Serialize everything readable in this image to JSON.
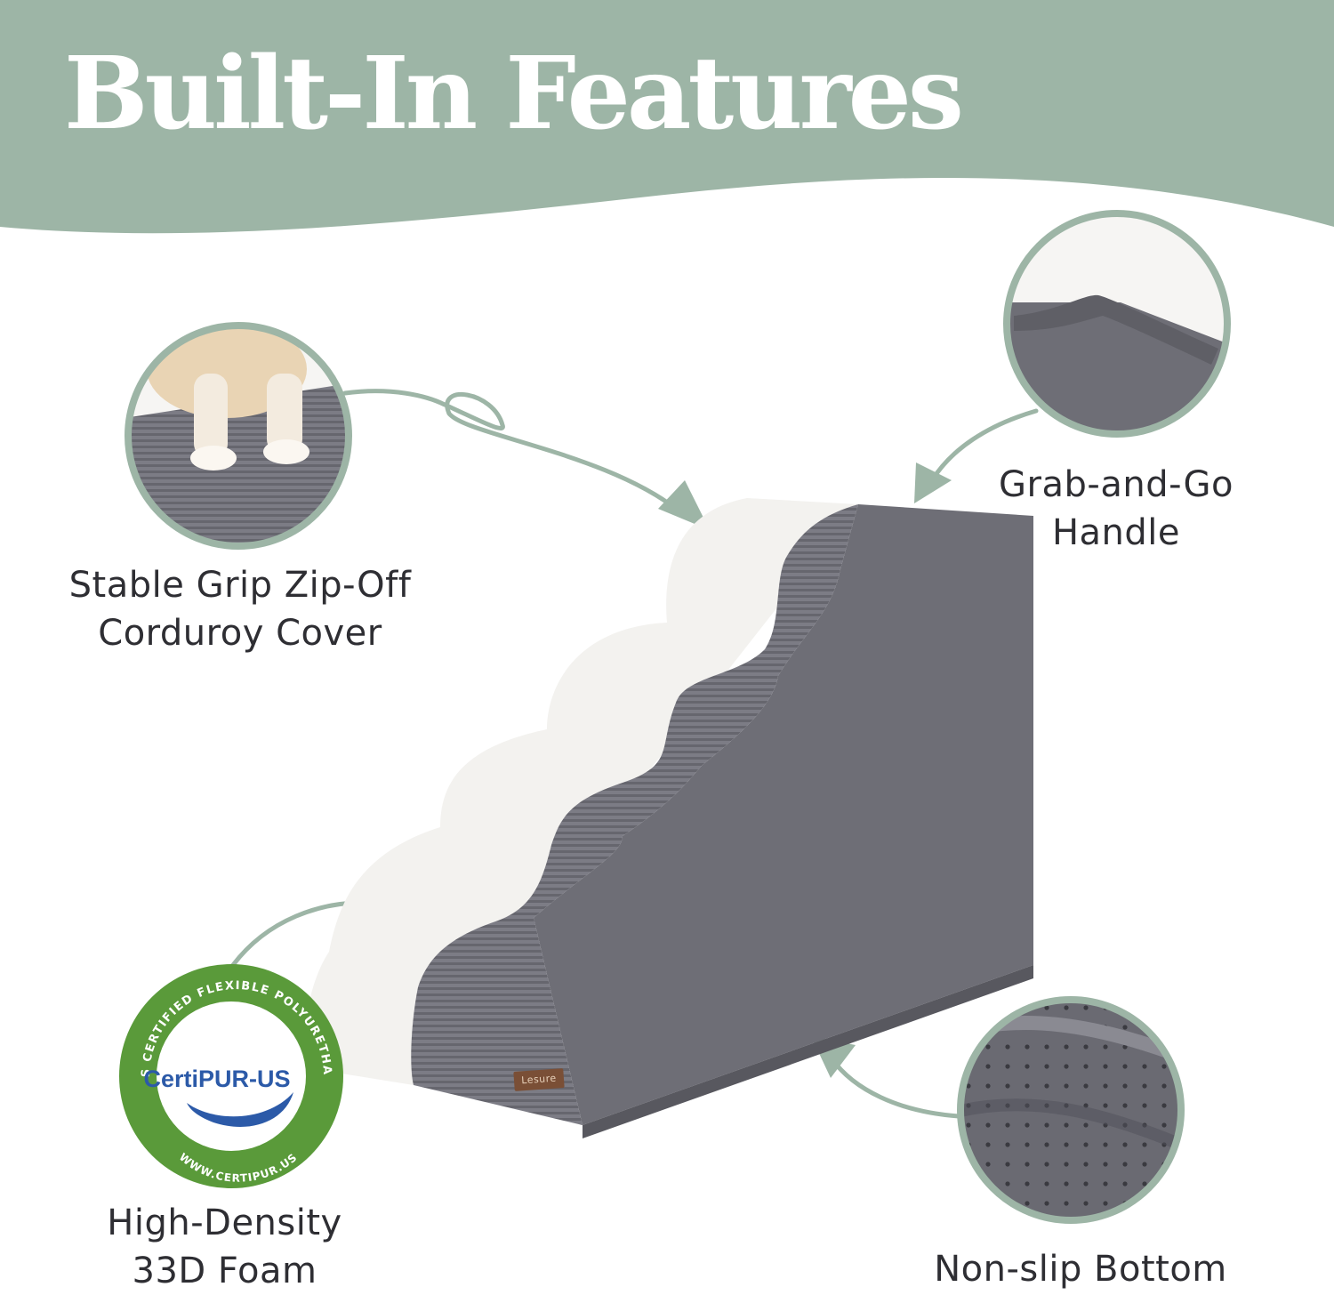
{
  "header": {
    "title": "Built-In Features"
  },
  "features": {
    "grip": {
      "line1": "Stable Grip Zip-Off",
      "line2": "Corduroy Cover"
    },
    "handle": {
      "line1": "Grab-and-Go",
      "line2": "Handle"
    },
    "foam": {
      "line1": "High-Density",
      "line2": "33D Foam"
    },
    "bottom": {
      "line1": "Non-slip Bottom"
    }
  },
  "badge": {
    "brand": "CertiPUR-US",
    "ring_text": "CONTAINS CERTIFIED FLEXIBLE POLYURETHANE FOAM",
    "url": "WWW.CERTIPUR.US"
  },
  "product": {
    "tag": "Lesure"
  },
  "colors": {
    "sage": "#9db5a6",
    "fabric": "#6e6e76",
    "badge_green": "#5a9a3a",
    "text": "#2e2e33"
  }
}
